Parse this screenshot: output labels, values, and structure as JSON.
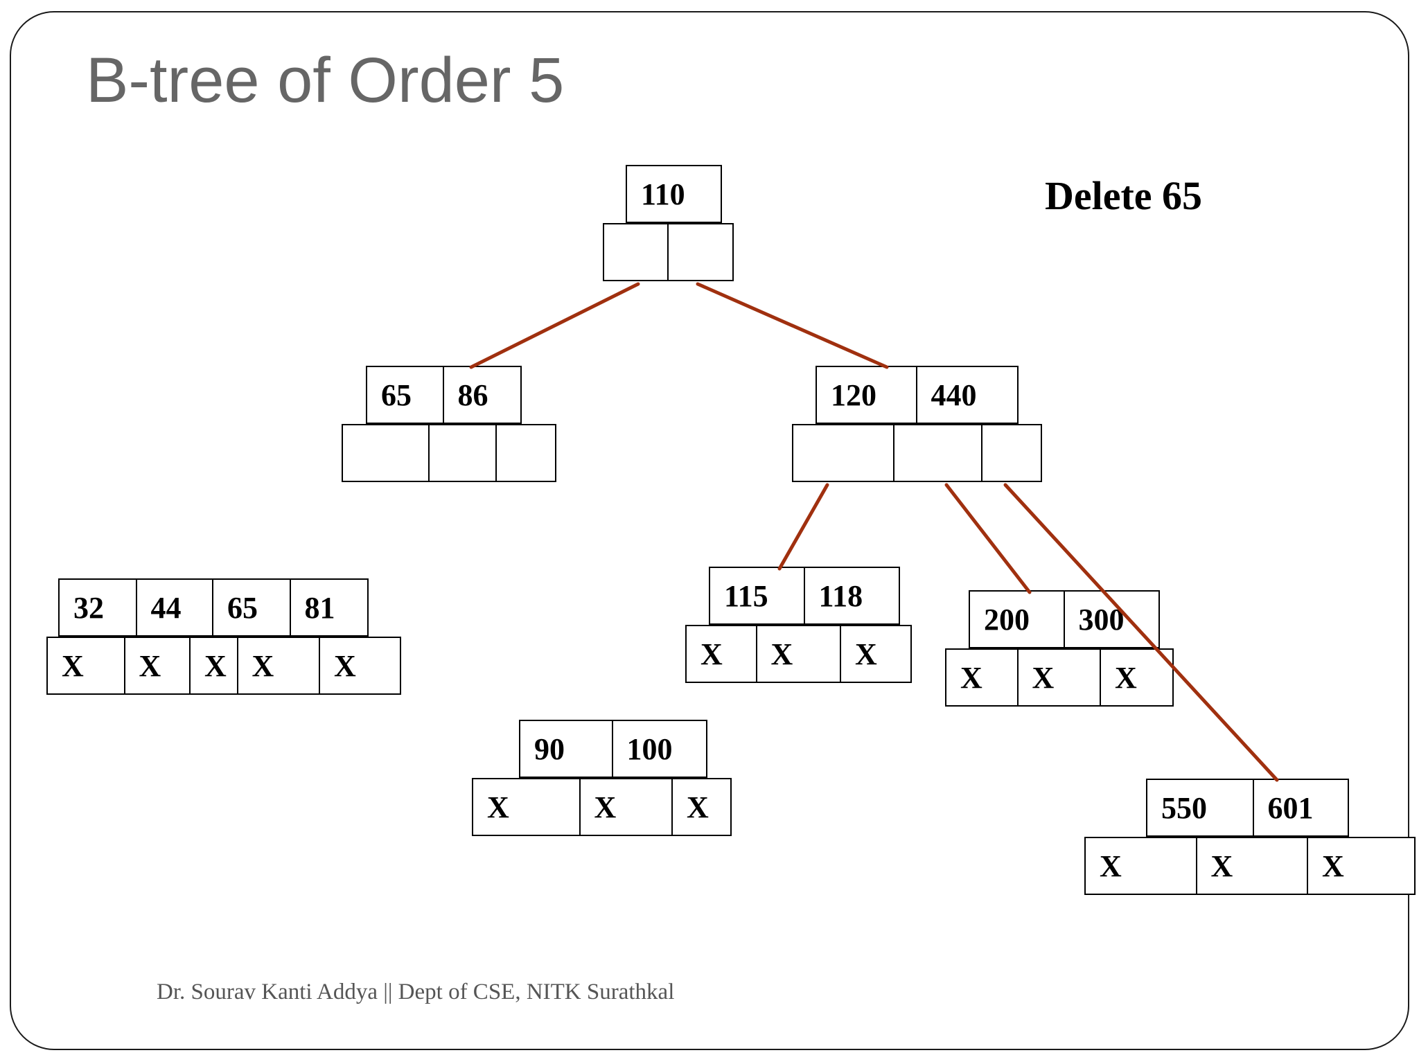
{
  "slide": {
    "title": "B-tree of Order 5",
    "operation": "Delete 65",
    "footer": "Dr. Sourav Kanti Addya || Dept of CSE, NITK Surathkal"
  },
  "colors": {
    "edge": "#A0300F",
    "title": "#666666",
    "border": "#000000"
  },
  "nodes": [
    {
      "id": "root",
      "keys": [
        "110"
      ],
      "pointers": [
        "",
        ""
      ]
    },
    {
      "id": "n-65-86",
      "keys": [
        "65",
        "86"
      ],
      "pointers": [
        "",
        "",
        ""
      ]
    },
    {
      "id": "n-120-440",
      "keys": [
        "120",
        "440"
      ],
      "pointers": [
        "",
        "",
        ""
      ]
    },
    {
      "id": "leaf-32-44-65-81",
      "keys": [
        "32",
        "44",
        "65",
        "81"
      ],
      "pointers": [
        "X",
        "X",
        "X",
        "X",
        "X"
      ]
    },
    {
      "id": "leaf-115-118",
      "keys": [
        "115",
        "118"
      ],
      "pointers": [
        "X",
        "X",
        "X"
      ]
    },
    {
      "id": "leaf-200-300",
      "keys": [
        "200",
        "300"
      ],
      "pointers": [
        "X",
        "X",
        "X"
      ]
    },
    {
      "id": "leaf-90-100",
      "keys": [
        "90",
        "100"
      ],
      "pointers": [
        "X",
        "X",
        "X"
      ]
    },
    {
      "id": "leaf-550-601",
      "keys": [
        "550",
        "601"
      ],
      "pointers": [
        "X",
        "X",
        "X"
      ]
    }
  ]
}
